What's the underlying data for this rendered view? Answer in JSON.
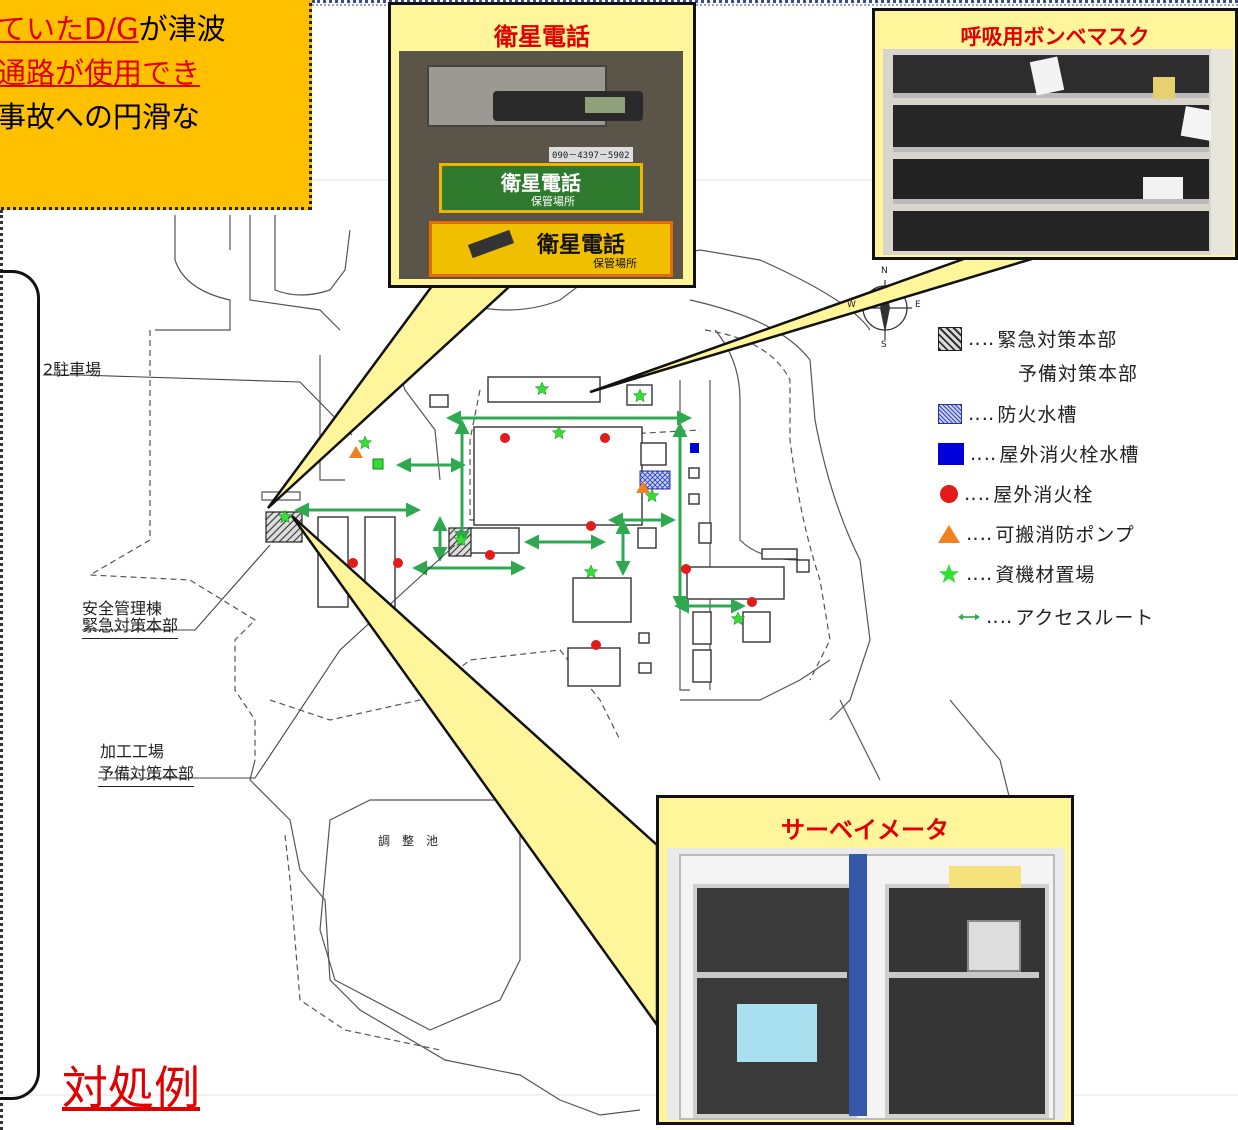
{
  "note": {
    "line1_red": "ていたD/G",
    "line1_black": "が津波",
    "line2_red": "通路が使用でき",
    "line3_black": "事故への円滑な"
  },
  "photos": {
    "satellite_phone": {
      "title": "衛星電話",
      "phone_number": "090－4397－5902",
      "sign_text": "衛星電話",
      "sign_sub": "保管場所"
    },
    "breathing_mask": {
      "title": "呼吸用ボンベマスク"
    },
    "survey_meter": {
      "title": "サーベイメータ"
    }
  },
  "map_labels": {
    "parking": "2駐車場",
    "safety_bldg_1": "安全管理棟",
    "safety_bldg_2": "緊急対策本部",
    "process_1": "加工工場",
    "process_2": "予備対策本部",
    "pond": "調　整　池"
  },
  "legend": {
    "dots": "‥‥",
    "items": [
      {
        "label": "緊急対策本部",
        "symbol": "hatched-square"
      },
      {
        "label": "予備対策本部",
        "symbol": "none"
      },
      {
        "label": "防火水槽",
        "symbol": "crosshatch-square"
      },
      {
        "label": "屋外消火栓水槽",
        "symbol": "blue-square"
      },
      {
        "label": "屋外消火栓",
        "symbol": "red-circle"
      },
      {
        "label": "可搬消防ポンプ",
        "symbol": "orange-triangle"
      },
      {
        "label": "資機材置場",
        "symbol": "green-star"
      },
      {
        "label": "アクセスルート",
        "symbol": "green-double-arrow"
      }
    ]
  },
  "compass": {
    "n": "N",
    "s": "S",
    "e": "E",
    "w": "W"
  },
  "example_label": "対処例",
  "colors": {
    "red": "#e00000",
    "orange_box": "#ffc000",
    "yellow_callout": "#fff59a",
    "route_green": "#2fa84f",
    "hydrant_red": "#e31b1b",
    "tank_blue": "#0000dd",
    "pump_orange": "#f08020",
    "star_green": "#33dd33"
  }
}
